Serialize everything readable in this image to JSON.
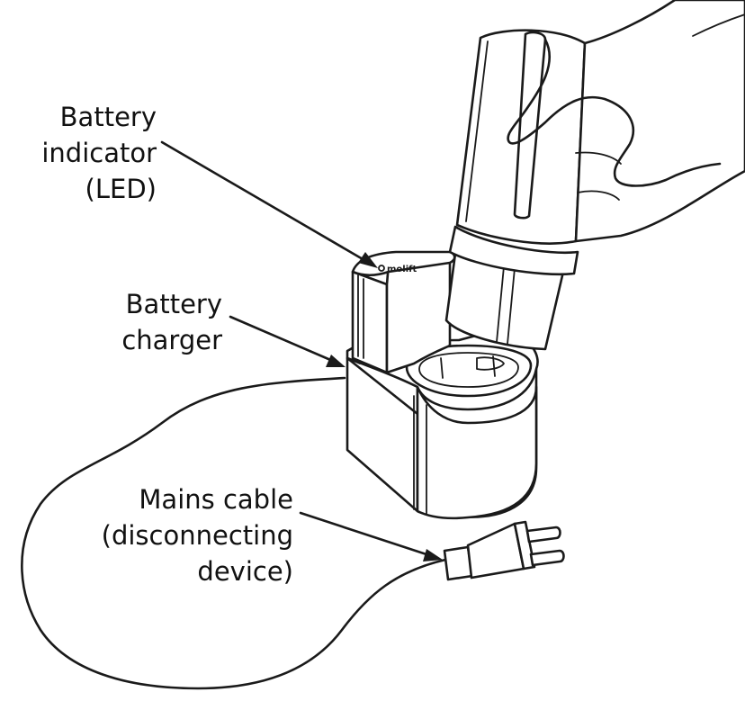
{
  "labels": {
    "battery_indicator": [
      "Battery",
      "indicator",
      "(LED)"
    ],
    "battery_charger": [
      "Battery",
      "charger"
    ],
    "mains_cable": [
      "Mains cable",
      "(disconnecting",
      "device)"
    ]
  },
  "charger_logo": "molift",
  "colors": {
    "line": "#1a1a1a",
    "background": "#ffffff"
  }
}
